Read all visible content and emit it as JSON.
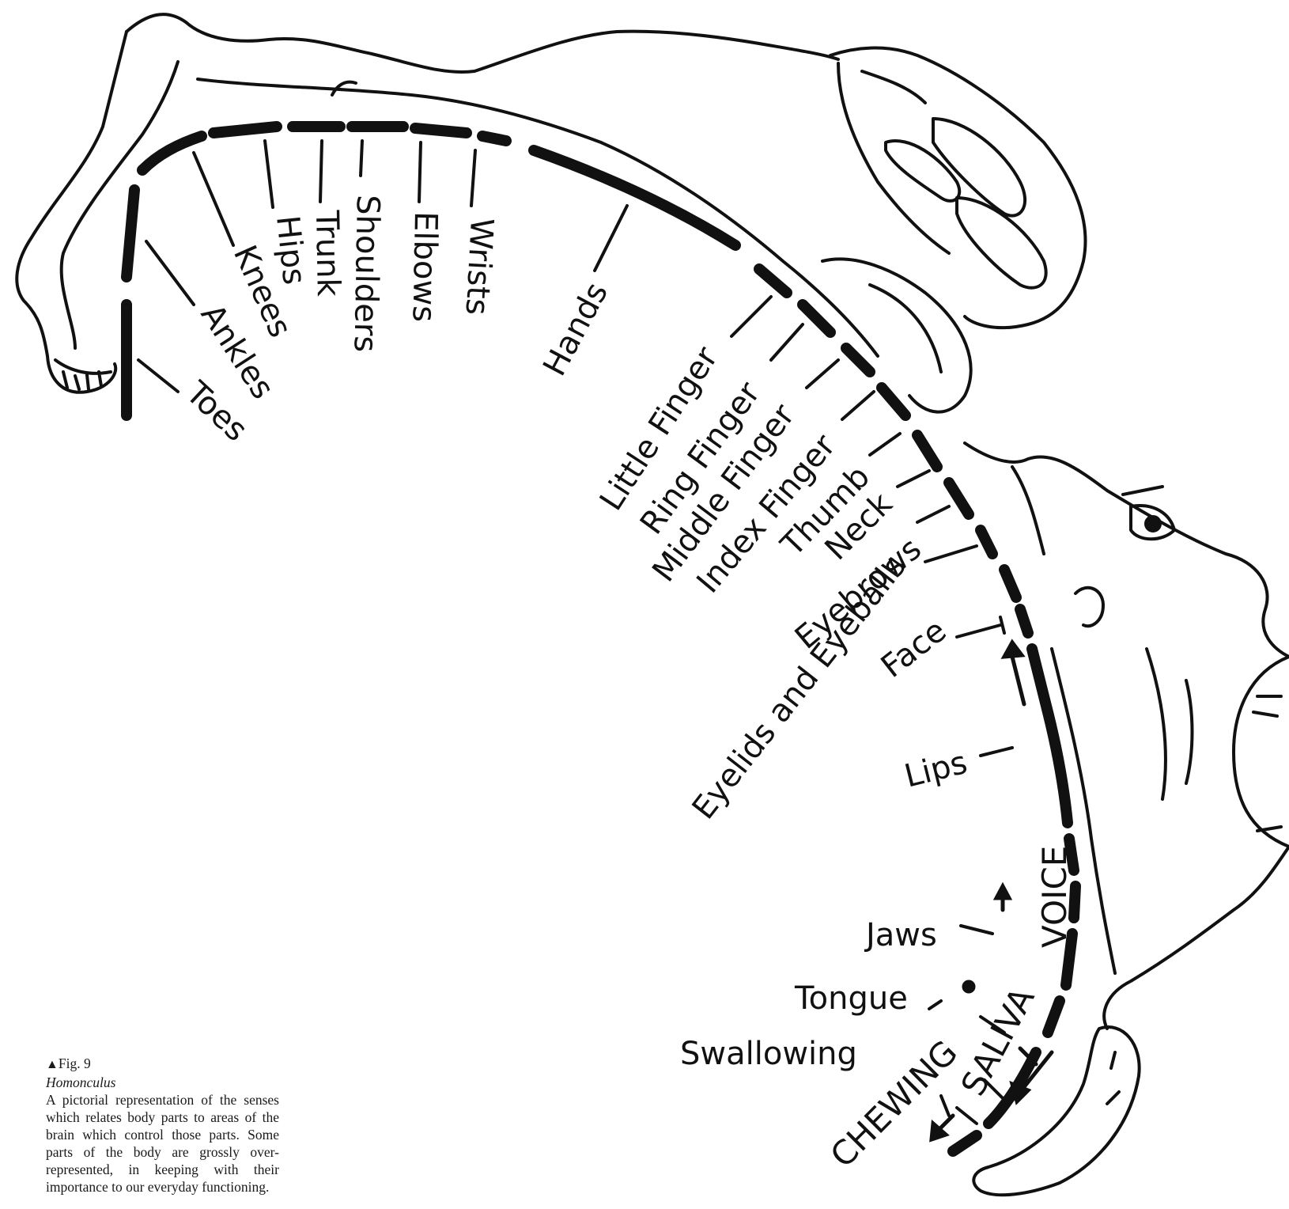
{
  "diagram": {
    "labels": {
      "toes": "Toes",
      "ankles": "Ankles",
      "knees": "Knees",
      "hips": "Hips",
      "trunk": "Trunk",
      "shoulders": "Shoulders",
      "elbows": "Elbows",
      "wrists": "Wrists",
      "hands": "Hands",
      "little_finger": "Little Finger",
      "ring_finger": "Ring Finger",
      "middle_finger": "Middle Finger",
      "index_finger": "Index Finger",
      "thumb": "Thumb",
      "neck": "Neck",
      "eyebrows": "Eyebrows",
      "eyelids_eyeballs": "Eyelids and Eyeballs",
      "face": "Face",
      "lips": "Lips",
      "voice": "VOICE",
      "jaws": "Jaws",
      "tongue": "Tongue",
      "swallowing": "Swallowing",
      "chewing": "CHEWING",
      "saliva": "SALIVA"
    }
  },
  "caption": {
    "marker": "▲",
    "fig": "Fig. 9",
    "title": "Homonculus",
    "body": "A pictorial representation of the senses which relates body parts to areas of the brain which control those parts. Some parts of the body are grossly over-represented, in keeping with their importance to our everyday functioning."
  }
}
